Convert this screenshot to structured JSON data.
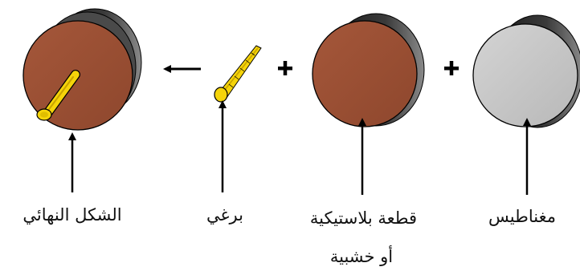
{
  "components": {
    "final_shape": {
      "label": "الشكل النهائي"
    },
    "screw": {
      "label": "برغي"
    },
    "plastic_piece": {
      "label_line1": "قطعة بلاستيكية",
      "label_line2": "أو خشبية"
    },
    "magnet": {
      "label": "مغناطيس"
    }
  },
  "operators": {
    "plus": "+"
  },
  "colors": {
    "brown": "#9A4F33",
    "brown_shadow": "#2B2B2B",
    "gray": "#C8C8C8",
    "gray_shadow": "#3A3A3A",
    "screw_yellow": "#F5D40A",
    "screw_dark": "#C9A400",
    "outline": "#000000"
  }
}
